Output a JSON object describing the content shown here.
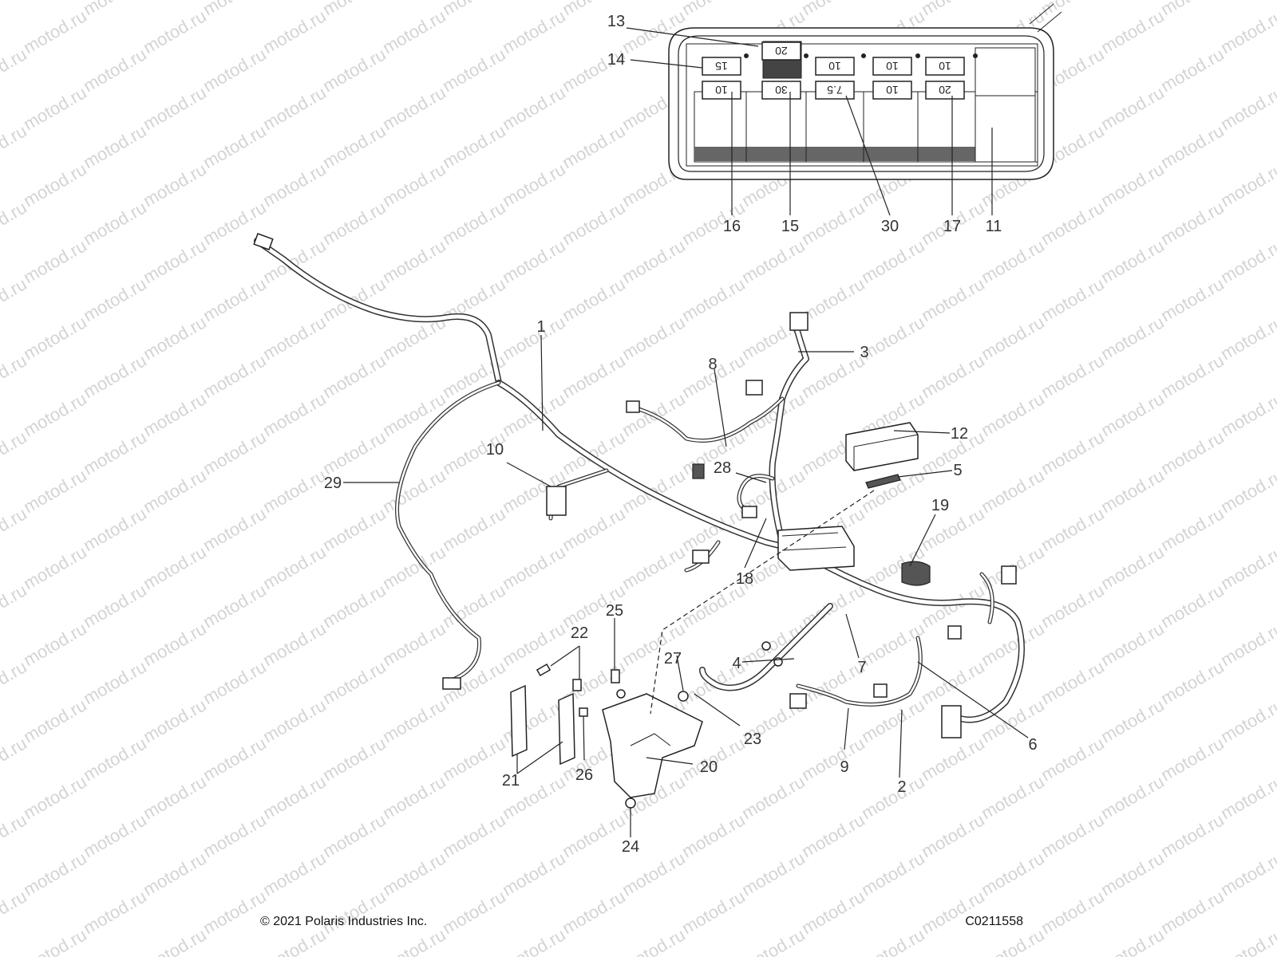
{
  "watermark_text": "motod.ru",
  "copyright": "© 2021 Polaris Industries Inc.",
  "drawing_code": "C0211558",
  "fuse_box": {
    "top_row": [
      "15",
      "20",
      "10",
      "10",
      "10"
    ],
    "bottom_row": [
      "10",
      "30",
      "7.5",
      "10",
      "20"
    ]
  },
  "callouts": {
    "c1": "1",
    "c2": "2",
    "c3": "3",
    "c4": "4",
    "c5": "5",
    "c6": "6",
    "c7": "7",
    "c8": "8",
    "c9": "9",
    "c10": "10",
    "c11": "11",
    "c12": "12",
    "c13": "13",
    "c14": "14",
    "c15": "15",
    "c16": "16",
    "c17": "17",
    "c18": "18",
    "c19": "19",
    "c20": "20",
    "c21": "21",
    "c22": "22",
    "c23": "23",
    "c24": "24",
    "c25": "25",
    "c26": "26",
    "c27": "27",
    "c28": "28",
    "c29": "29",
    "c30": "30"
  }
}
